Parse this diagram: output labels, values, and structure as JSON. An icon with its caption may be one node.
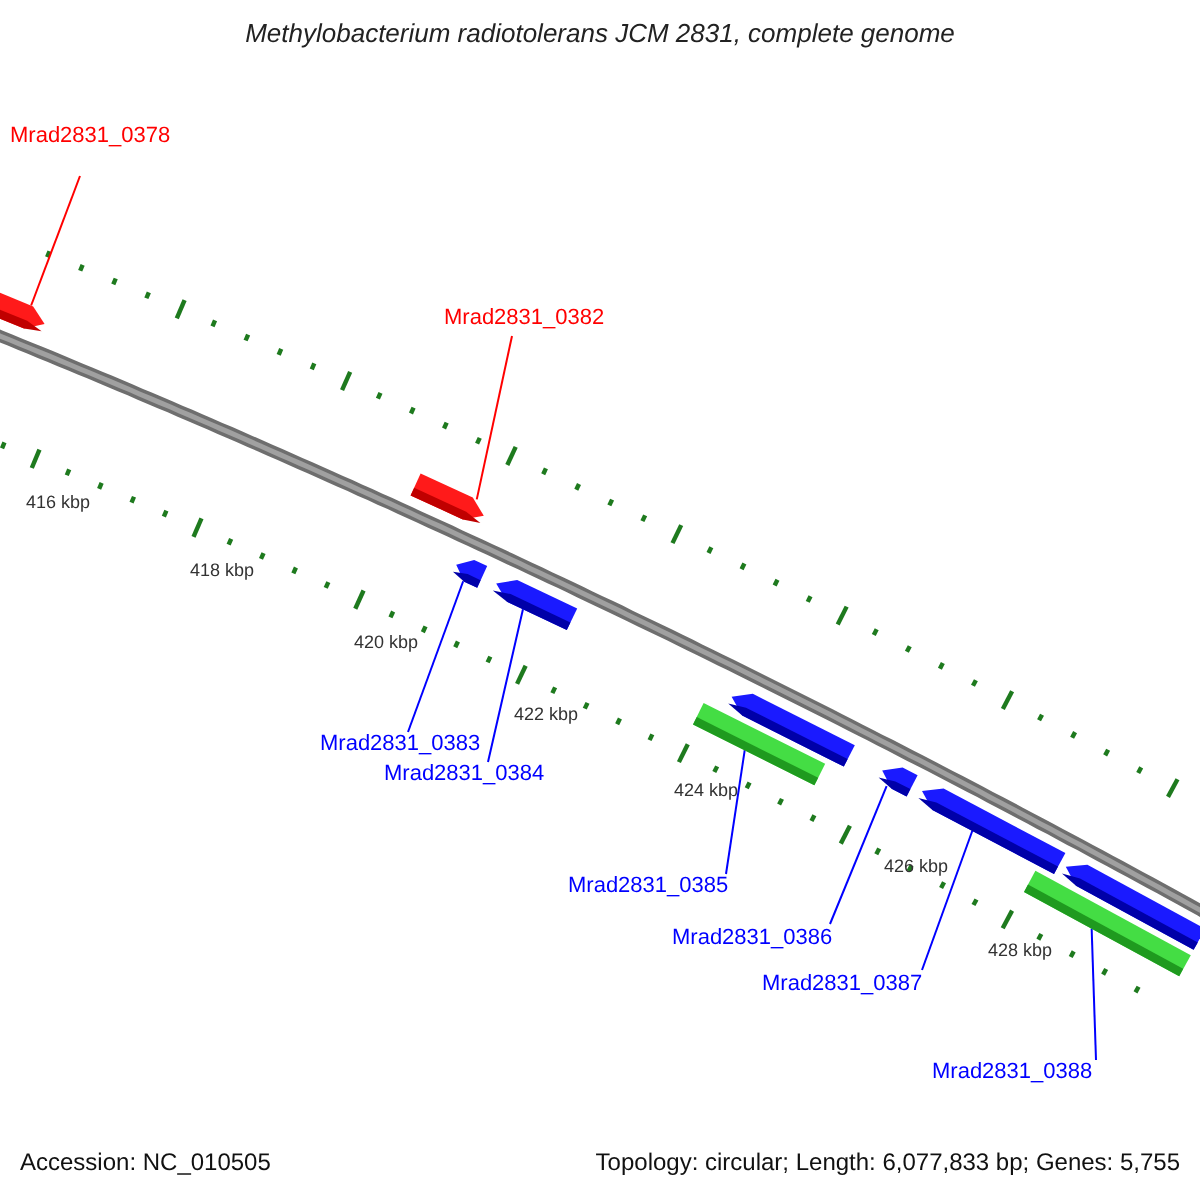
{
  "diagram": {
    "title": "Methylobacterium radiotolerans JCM 2831, complete genome",
    "nodes": [
      {
        "text": [
          "Mrad2831_0378"
        ]
      },
      {
        "text": [],
        "shape": "bar"
      },
      {
        "text": [
          "Mrad2831_0382"
        ]
      },
      {
        "text": [],
        "shape": "bar"
      },
      {
        "text": [
          "Mrad2831_0383"
        ]
      },
      {
        "text": [],
        "shape": "bar"
      },
      {
        "text": [
          "Mrad2831_0384"
        ]
      },
      {
        "text": [],
        "shape": "bar"
      },
      {
        "text": [],
        "shape": "bar"
      },
      {
        "text": [
          "Mrad2831_0385"
        ]
      },
      {
        "text": [],
        "shape": "bar"
      },
      {
        "text": [
          "Mrad2831_0386"
        ]
      },
      {
        "text": [],
        "shape": "bar"
      },
      {
        "text": [
          "Mrad2831_0387"
        ]
      },
      {
        "text": [],
        "shape": "bar"
      },
      {
        "text": [],
        "shape": "bar"
      },
      {
        "text": [
          "Mrad2831_0388"
        ]
      },
      {
        "text": [],
        "shape": "bar"
      }
    ],
    "edges": [
      {
        "from": 0,
        "to": 1,
        "arrow": "none",
        "color": "#ff0000"
      },
      {
        "from": 2,
        "to": 3,
        "arrow": "none",
        "color": "#ff0000"
      },
      {
        "from": 4,
        "to": 5,
        "arrow": "none"
      },
      {
        "from": 6,
        "to": 7,
        "arrow": "none"
      },
      {
        "from": 9,
        "to": 10,
        "arrow": "none"
      },
      {
        "from": 11,
        "to": 12,
        "arrow": "none"
      },
      {
        "from": 13,
        "to": 14,
        "arrow": "none"
      },
      {
        "from": 16,
        "to": 17,
        "arrow": "none"
      }
    ],
    "labels": [
      "416 kbp",
      "418 kbp",
      "420 kbp",
      "422 kbp",
      "424 kbp",
      "426 kbp",
      "428 kbp",
      "Accession: NC_010505",
      "Topology: circular; Length: 6,077,833 bp; Genes: 5,755"
    ]
  }
}
